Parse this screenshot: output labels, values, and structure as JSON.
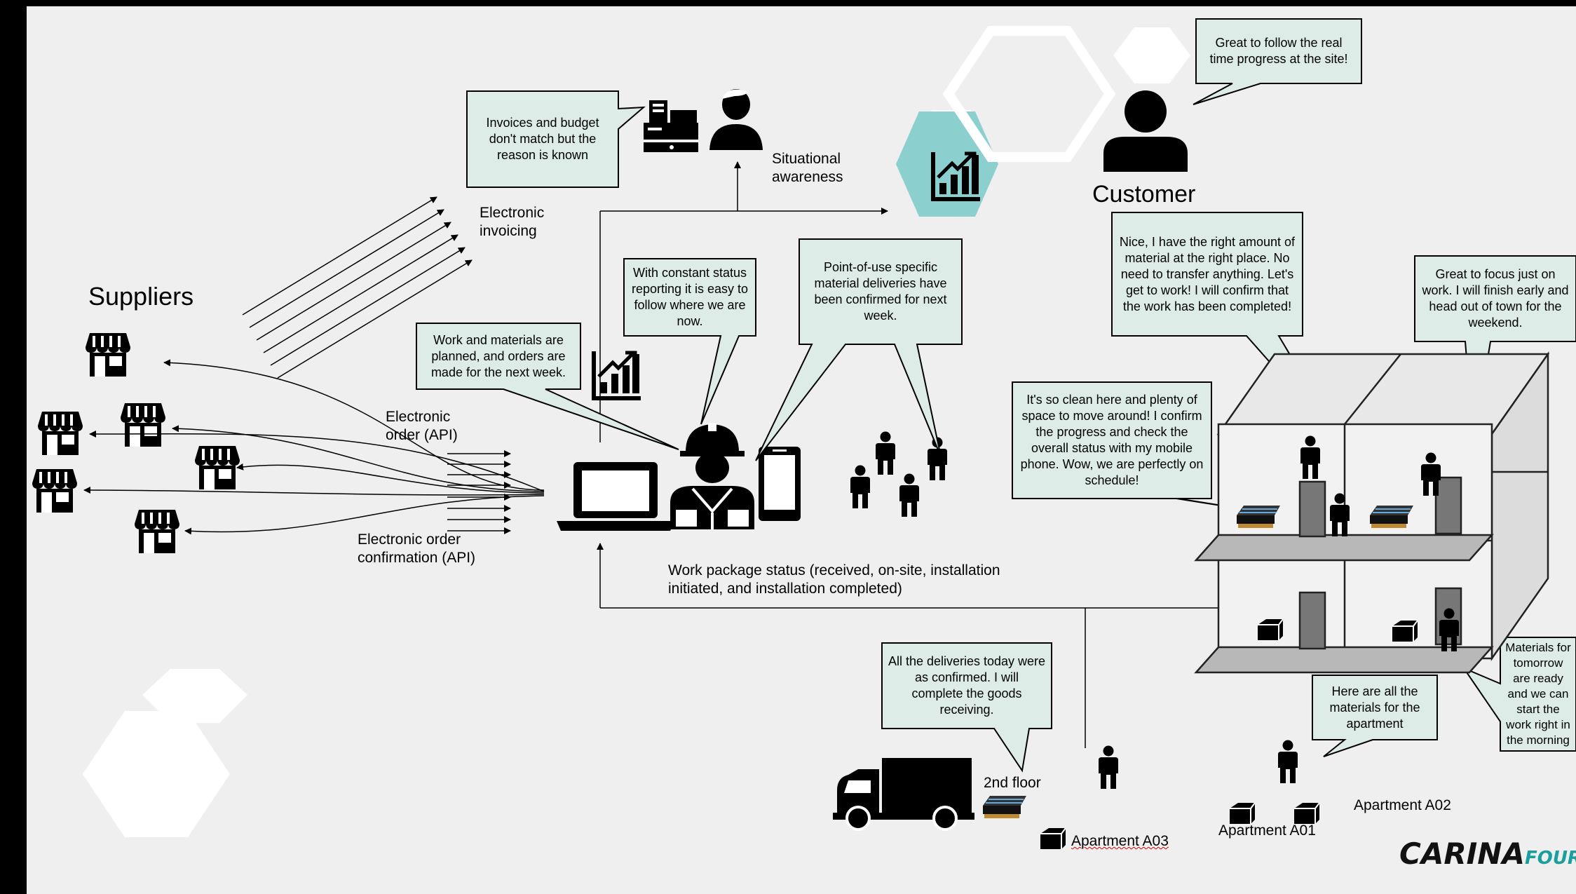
{
  "labels": {
    "suppliers": "Suppliers",
    "customer": "Customer",
    "electronic_invoicing": "Electronic invoicing",
    "electronic_order": "Electronic order (API)",
    "electronic_order_confirmation": "Electronic order confirmation (API)",
    "situational_awareness": "Situational awareness",
    "work_package_status": "Work package status (received, on-site, installation initiated, and installation completed)",
    "second_floor": "2nd floor",
    "apartment_a01": "Apartment A01",
    "apartment_a02": "Apartment A02",
    "apartment_a03": "Apartment A03"
  },
  "bubbles": {
    "invoices": "Invoices and budget don't match  but the reason is known",
    "planned": "Work and materials are planned, and orders are made for the next week.",
    "status_reporting": "With constant status reporting it is easy to follow where we are now.",
    "point_of_use": "Point-of-use specific material deliveries have been confirmed for next week.",
    "customer_quote": "Great to follow the real time progress at the site!",
    "right_material": "Nice, I have the right amount of  material at the right place. No need to transfer anything. Let's get to work! I will confirm that the work has been completed!",
    "focus_work": "Great to focus just on work. I will finish early and head out of town for the weekend.",
    "clean_here": "It's so clean here and plenty of space to move around! I confirm the progress and check the overall status with my mobile phone. Wow, we are perfectly on schedule!",
    "deliveries_today": "All the deliveries today were as confirmed. I will complete the goods receiving.",
    "here_materials": "Here are all the materials for the apartment",
    "materials_tomorrow": "Materials for tomorrow are ready and we can start the work right in the morning"
  },
  "logo": {
    "main": "CARINA",
    "suffix": "FOUR",
    "accent_color": "#1a9e9e"
  },
  "colors": {
    "background": "#efefef",
    "bubble_fill": "#ddece6",
    "hexagon_teal": "#8ccfcf",
    "hexagon_white": "#ffffff"
  },
  "icons": [
    "store-icon",
    "cash-register-icon",
    "person-icon",
    "chart-icon",
    "laptop-icon",
    "worker-icon",
    "phone-icon",
    "truck-icon",
    "box-icon",
    "building-icon"
  ]
}
